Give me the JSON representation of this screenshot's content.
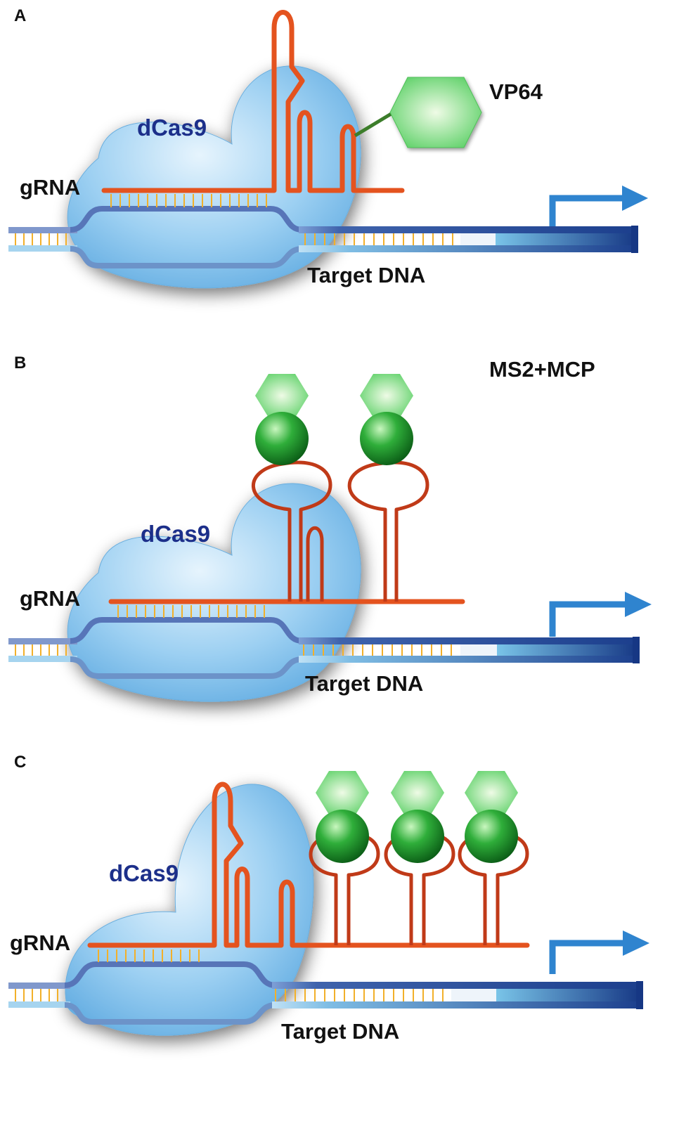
{
  "colors": {
    "protein_blue": "#8fc8ee",
    "protein_label": "#1c2f8a",
    "rna_orange": "#e4531f",
    "mcp_loop_red": "#c03a18",
    "activator_green": "#8fe08c",
    "mcp_green": "#1f9a2c",
    "dna_dark": "#1f4591",
    "dna_light": "#7fa7d9",
    "base_pair_yellow": "#f2b02a",
    "tss_arrow": "#2f84cf"
  },
  "panels": [
    {
      "letter": "A",
      "labels": {
        "protein": "dCas9",
        "guide": "gRNA",
        "target": "Target DNA",
        "activator": "VP64"
      }
    },
    {
      "letter": "B",
      "labels": {
        "protein": "dCas9",
        "guide": "gRNA",
        "target": "Target DNA",
        "system": "MS2+MCP"
      }
    },
    {
      "letter": "C",
      "labels": {
        "protein": "dCas9",
        "guide": "gRNA",
        "target": "Target DNA"
      }
    }
  ]
}
